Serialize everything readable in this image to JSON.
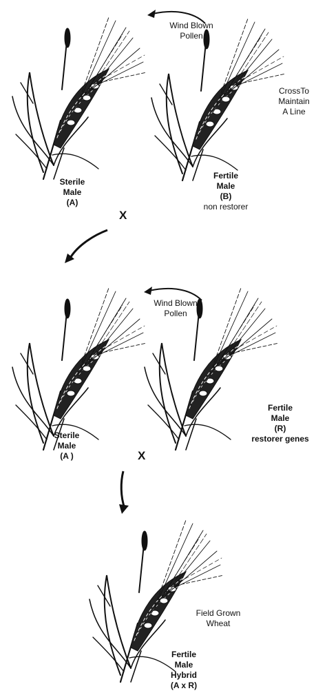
{
  "stage1": {
    "pollen_label": [
      "Wind Blown",
      "Pollen"
    ],
    "sterile_label": [
      "Sterile",
      "Male",
      "(A)"
    ],
    "fertile_label": [
      "Fertile",
      "Male",
      "(B)",
      "non restorer"
    ],
    "note_label": [
      "CrossTo",
      "Maintain",
      "A Line"
    ]
  },
  "cross1": "X",
  "stage2": {
    "pollen_label": [
      "Wind Blown",
      "Pollen"
    ],
    "sterile_label": [
      "Sterile",
      "Male",
      "(A )"
    ],
    "fertile_label": [
      "Fertile",
      "Male",
      "(R)",
      "restorer  genes"
    ]
  },
  "cross2": "X",
  "stage3": {
    "field_label": [
      "Field Grown",
      "Wheat"
    ],
    "hybrid_label": [
      "Fertile",
      "Male",
      "Hybrid",
      "(A x R)"
    ]
  }
}
